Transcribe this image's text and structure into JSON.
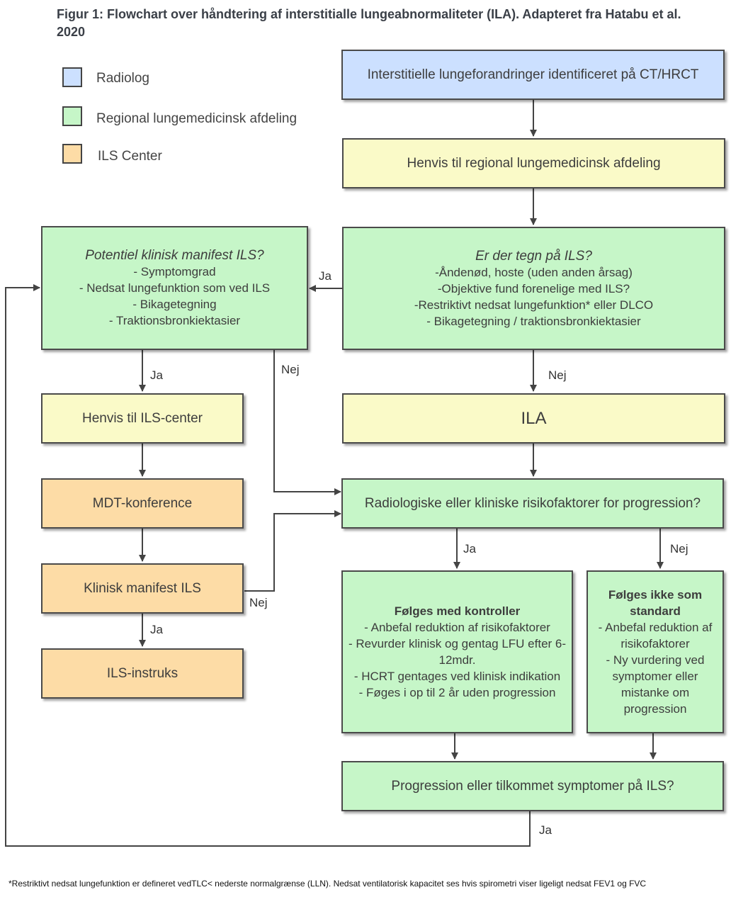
{
  "title": "Figur 1: Flowchart over håndtering af interstitialle lungeabnormaliteter (ILA). Adapteret fra Hatabu et al. 2020",
  "legend": [
    {
      "label": "Radiolog",
      "color": "#cce0ff"
    },
    {
      "label": "Regional lungemedicinsk afdeling",
      "color": "#c6f6c8"
    },
    {
      "label": "ILS Center",
      "color": "#fddca6"
    }
  ],
  "nodes": {
    "ct": {
      "text": "Interstitielle lungeforandringer identificeret på CT/HRCT"
    },
    "henvis_regional": {
      "text": "Henvis til regional lungemedicinsk afdeling"
    },
    "tegn": {
      "heading": "Er der tegn på ILS?",
      "lines": [
        "-Åndenød, hoste (uden anden årsag)",
        "-Objektive fund forenelige med ILS?",
        "-Restriktivt nedsat lungefunktion* eller DLCO",
        "- Bikagetegning / traktionsbronkiektasier"
      ]
    },
    "potentiel": {
      "heading": "Potentiel klinisk manifest ILS?",
      "lines": [
        "- Symptomgrad",
        "- Nedsat lungefunktion som ved ILS",
        "- Bikagetegning",
        "- Traktionsbronkiektasier"
      ]
    },
    "ila": {
      "text": "ILA"
    },
    "henvis_ils": {
      "text": "Henvis til ILS-center"
    },
    "mdt": {
      "text": "MDT-konference"
    },
    "klinisk": {
      "text": "Klinisk manifest ILS"
    },
    "instruks": {
      "text": "ILS-instruks"
    },
    "risiko": {
      "text": "Radiologiske eller kliniske risikofaktorer for progression?"
    },
    "kontroller": {
      "heading": "Følges med kontroller",
      "lines": [
        "- Anbefal reduktion af risikofaktorer",
        "- Revurder klinisk og gentag LFU efter 6-12mdr.",
        "- HCRT gentages ved klinisk indikation",
        "- Føges i op til 2 år uden progression"
      ]
    },
    "ikke_standard": {
      "heading": "Følges ikke som standard",
      "lines": [
        "- Anbefal reduktion af risikofaktorer",
        "- Ny vurdering ved symptomer eller mistanke om progression"
      ]
    },
    "progression": {
      "text": "Progression eller tilkommet symptomer på ILS?"
    }
  },
  "edge_labels": {
    "tegn_ja": "Ja",
    "tegn_nej": "Nej",
    "potentiel_ja": "Ja",
    "potentiel_nej": "Nej",
    "klinisk_nej": "Nej",
    "klinisk_ja": "Ja",
    "risiko_ja": "Ja",
    "risiko_nej": "Nej",
    "progression_ja": "Ja"
  },
  "footnote": "*Restriktivt nedsat lungefunktion er defineret vedTLC< nederste normalgrænse (LLN). Nedsat ventilatorisk kapacitet ses hvis spirometri viser ligeligt nedsat FEV1 og FVC"
}
